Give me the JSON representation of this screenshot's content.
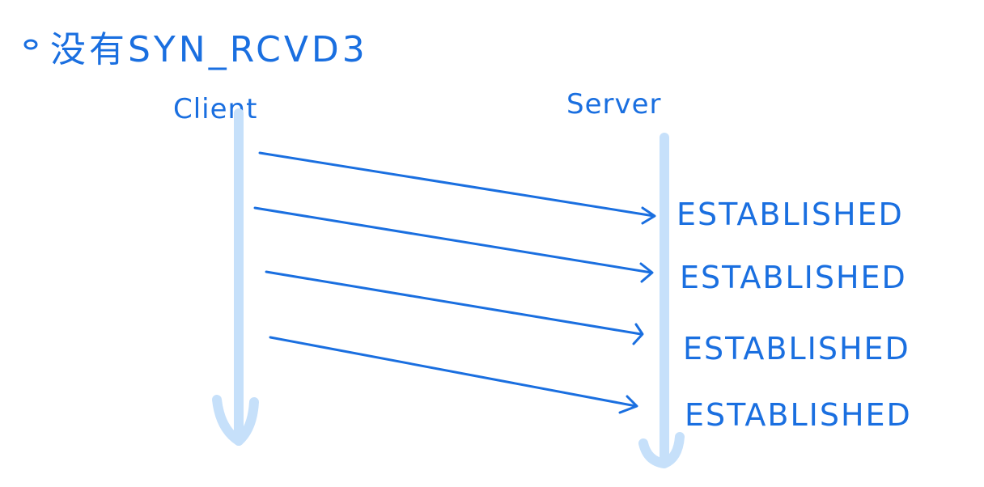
{
  "title": "没有SYN_RCVD3",
  "actors": {
    "client": "Client",
    "server": "Server"
  },
  "messages": [
    {
      "from": "client",
      "to": "server",
      "state": "ESTABLISHED"
    },
    {
      "from": "client",
      "to": "server",
      "state": "ESTABLISHED"
    },
    {
      "from": "client",
      "to": "server",
      "state": "ESTABLISHED"
    },
    {
      "from": "client",
      "to": "server",
      "state": "ESTABLISHED"
    }
  ],
  "colors": {
    "ink": "#1a6fe0",
    "lifeline": "#c6e0fa"
  }
}
